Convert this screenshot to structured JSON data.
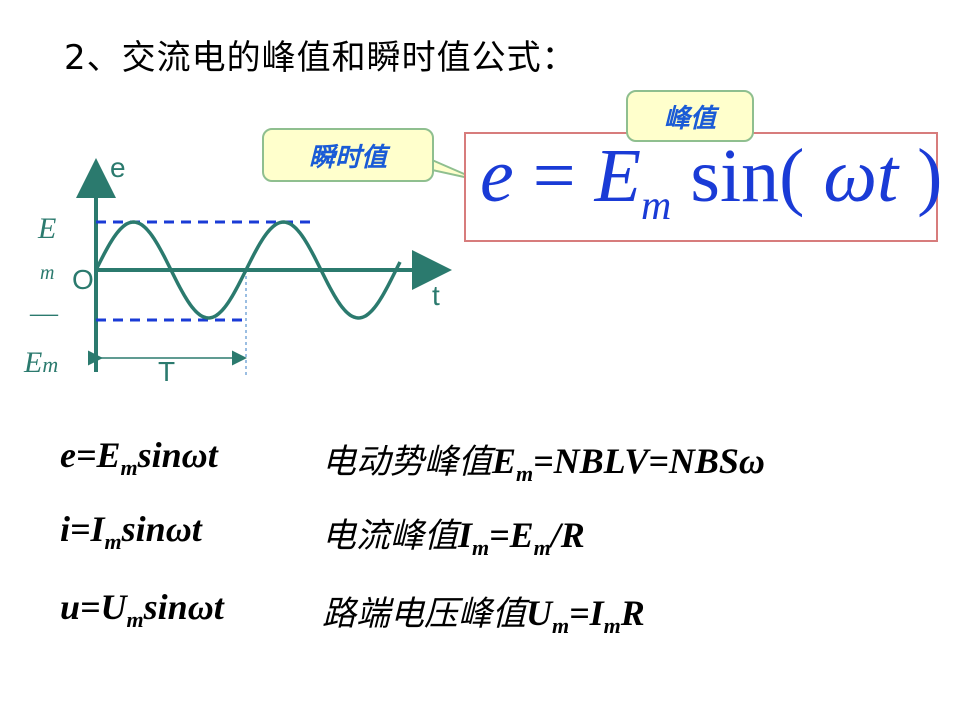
{
  "title": "2、交流电的峰值和瞬时值公式：",
  "graph": {
    "axis_e": "e",
    "axis_t": "t",
    "origin": "O",
    "period": "T",
    "em_top_main": "E",
    "em_top_sub": "m",
    "neg_sign": "—",
    "em_bottom_main": "E",
    "em_bottom_sub": "m"
  },
  "callouts": {
    "instant": "瞬时值",
    "peak": "峰值"
  },
  "formula": {
    "e": "e",
    "eq": " = ",
    "E": "E",
    "m": "m",
    "sin": " sin(",
    "omega_t": " ωt",
    "close": " )"
  },
  "rows": [
    {
      "a": "e=E",
      "a_sub": "m",
      "a_tail": "sinωt",
      "cn": "电动势峰值",
      "b": "E",
      "b_sub": "m",
      "b_tail": "=NBLV=NBSω"
    },
    {
      "a": "i=I",
      "a_sub": "m",
      "a_tail": "sinωt",
      "cn": "电流峰值",
      "b": "I",
      "b_sub": "m",
      "b_tail": "=E",
      "b_sub2": "m",
      "b_tail2": "/R"
    },
    {
      "a": "u=U",
      "a_sub": "m",
      "a_tail": "sinωt",
      "cn": "路端电压峰值",
      "b": "U",
      "b_sub": "m",
      "b_tail": "=I",
      "b_sub2": "m",
      "b_tail2": "R"
    }
  ],
  "colors": {
    "axis": "#2b7a6e",
    "wave": "#2b7a6e",
    "dash": "#1a3bd6",
    "formula": "#1a3bd6",
    "callout_text": "#1a5bd6",
    "callout_bg": "#ffffcc",
    "box_border": "#d77c7c"
  }
}
